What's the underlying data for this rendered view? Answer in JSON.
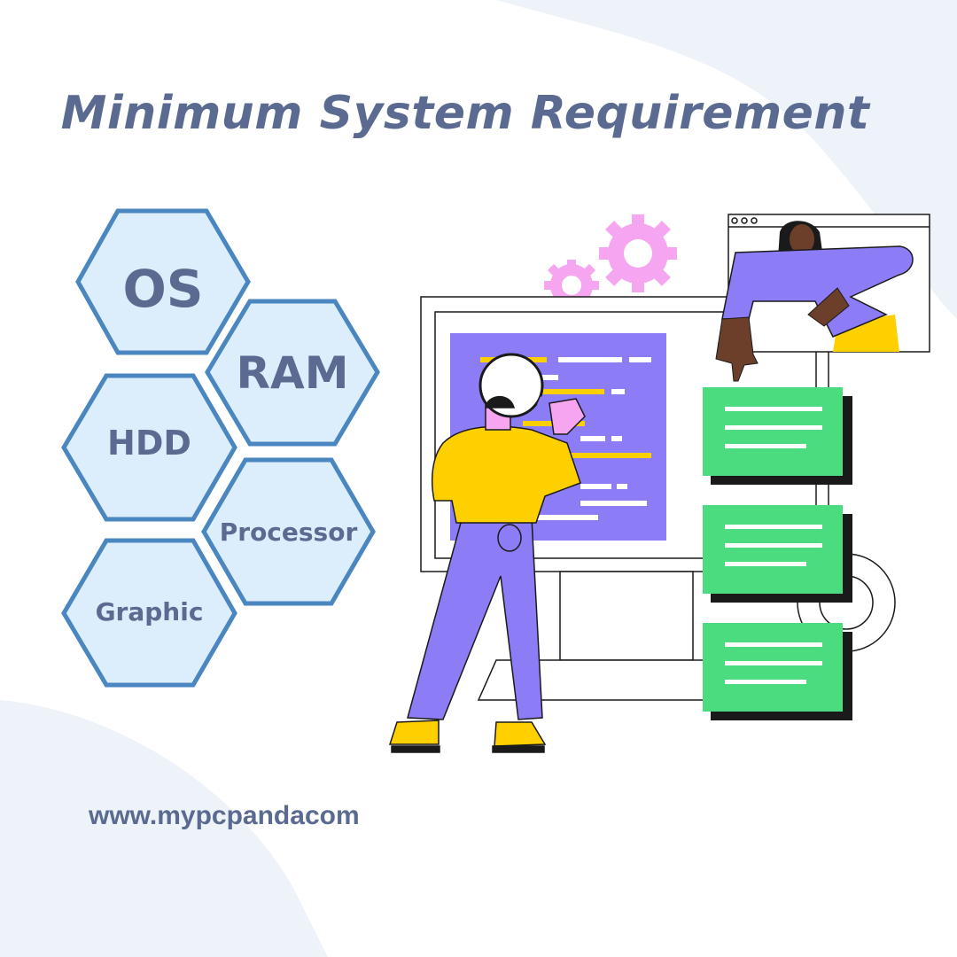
{
  "title": "Minimum System Requirement",
  "requirements": {
    "os": "OS",
    "ram": "RAM",
    "hdd": "HDD",
    "processor": "Processor",
    "graphic": "Graphic"
  },
  "website": "www.mypcpandacom",
  "colors": {
    "text": "#5a6a90",
    "hex_fill": "#dceefb",
    "hex_stroke": "#4a86c0",
    "purple": "#8c7cf6",
    "yellow": "#ffd000",
    "green": "#4cdc80",
    "pink": "#f6a6f0"
  }
}
